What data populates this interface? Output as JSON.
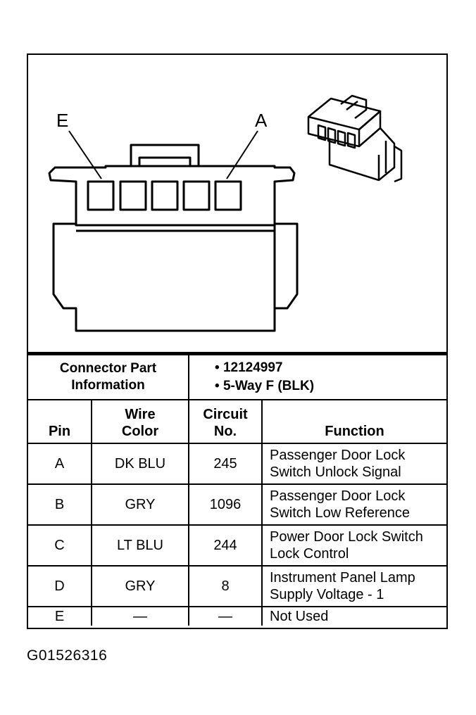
{
  "diagram": {
    "labels": {
      "left": "E",
      "right": "A"
    }
  },
  "connector_info": {
    "label": "Connector Part Information",
    "items": [
      "12124997",
      "5-Way F (BLK)"
    ]
  },
  "columns": {
    "pin": "Pin",
    "wire_color": "Wire Color",
    "circuit": "Circuit No.",
    "function": "Function"
  },
  "rows": [
    {
      "pin": "A",
      "color": "DK BLU",
      "circuit": "245",
      "function": [
        "Passenger Door Lock",
        "Switch Unlock Signal"
      ]
    },
    {
      "pin": "B",
      "color": "GRY",
      "circuit": "1096",
      "function": [
        "Passenger Door Lock",
        "Switch Low Reference"
      ]
    },
    {
      "pin": "C",
      "color": "LT BLU",
      "circuit": "244",
      "function": [
        "Power Door Lock Switch",
        "Lock Control"
      ]
    },
    {
      "pin": "D",
      "color": "GRY",
      "circuit": "8",
      "function": [
        "Instrument Panel Lamp",
        "Supply Voltage - 1"
      ]
    },
    {
      "pin": "E",
      "color": "—",
      "circuit": "—",
      "function": [
        "Not Used"
      ]
    }
  ],
  "figure_id": "G01526316"
}
